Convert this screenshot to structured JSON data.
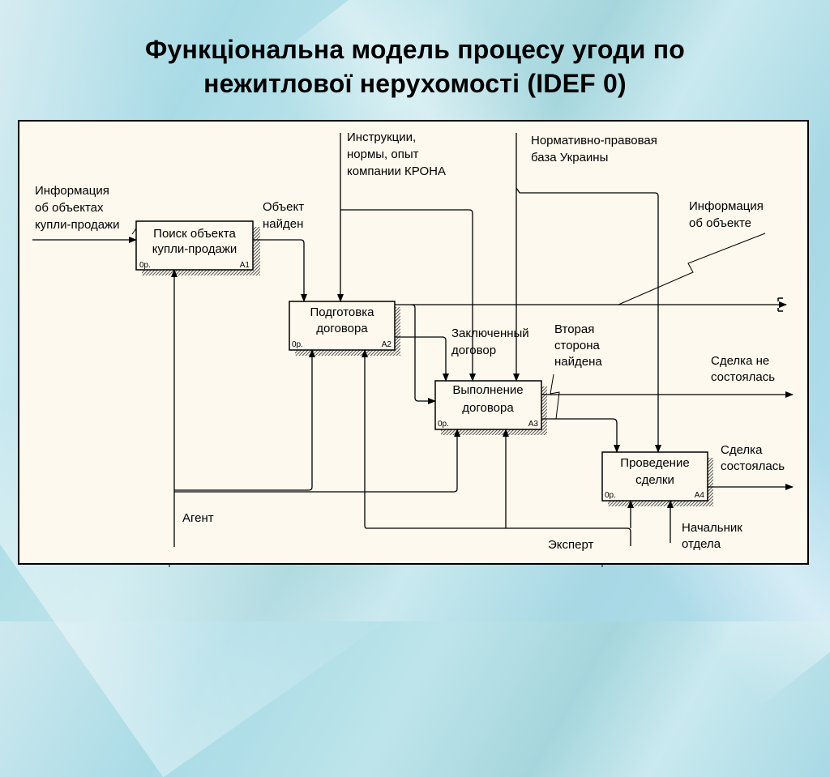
{
  "slide": {
    "title_lines": [
      "Функціональна модель процесу угоди по",
      "нежитлової нерухомості (IDEF 0)"
    ]
  },
  "colors": {
    "canvas_background": "#fdf9ee",
    "line": "#000000",
    "slide_background": "#a9dbe6"
  },
  "diagram": {
    "type": "IDEF0",
    "activities": [
      {
        "id": "A1",
        "title_lines": [
          "Поиск объекта",
          "купли-продажи"
        ],
        "cost": "0р.",
        "node": "A1"
      },
      {
        "id": "A2",
        "title_lines": [
          "Подготовка",
          "договора"
        ],
        "cost": "0р.",
        "node": "A2"
      },
      {
        "id": "A3",
        "title_lines": [
          "Выполнение",
          "договора"
        ],
        "cost": "0р.",
        "node": "A3"
      },
      {
        "id": "A4",
        "title_lines": [
          "Проведение",
          "сделки"
        ],
        "cost": "0р.",
        "node": "A4"
      }
    ],
    "arrows": {
      "input_info": {
        "type": "input",
        "to": "A1",
        "label_lines": [
          "Информация",
          "об объектах",
          "купли-продажи"
        ]
      },
      "object_found": {
        "type": "output-input",
        "from": "A1",
        "to": "A2",
        "label_lines": [
          "Объект",
          "найден"
        ]
      },
      "instructions": {
        "type": "control",
        "to": [
          "A2",
          "A3"
        ],
        "label_lines": [
          "Инструкции,",
          "нормы, опыт",
          "компании КРОНА"
        ]
      },
      "legal_base": {
        "type": "control",
        "to": [
          "A3",
          "A4"
        ],
        "label_lines": [
          "Нормативно-правовая",
          "база Украины"
        ]
      },
      "object_info": {
        "type": "tunnel-output",
        "label_lines": [
          "Информация",
          "об объекте"
        ]
      },
      "contract_signed": {
        "type": "output-control",
        "from": "A2",
        "to": "A3",
        "label_lines": [
          "Заключенный",
          "договор"
        ]
      },
      "second_party_found": {
        "type": "output-control",
        "from": "A3",
        "to": "A4",
        "label_lines": [
          "Вторая",
          "сторона",
          "найдена"
        ]
      },
      "deal_failed": {
        "type": "output",
        "from": "A3",
        "label_lines": [
          "Сделка не",
          "состоялась"
        ]
      },
      "deal_done": {
        "type": "output",
        "from": "A4",
        "label_lines": [
          "Сделка",
          "состоялась"
        ]
      },
      "agent": {
        "type": "mechanism",
        "to": [
          "A1",
          "A2",
          "A3"
        ],
        "label": "Агент"
      },
      "expert": {
        "type": "mechanism",
        "to": [
          "A2",
          "A3",
          "A4"
        ],
        "label": "Эксперт"
      },
      "head_of_dept": {
        "type": "mechanism",
        "to": [
          "A4"
        ],
        "label_lines": [
          "Начальник",
          "отдела"
        ]
      }
    }
  }
}
